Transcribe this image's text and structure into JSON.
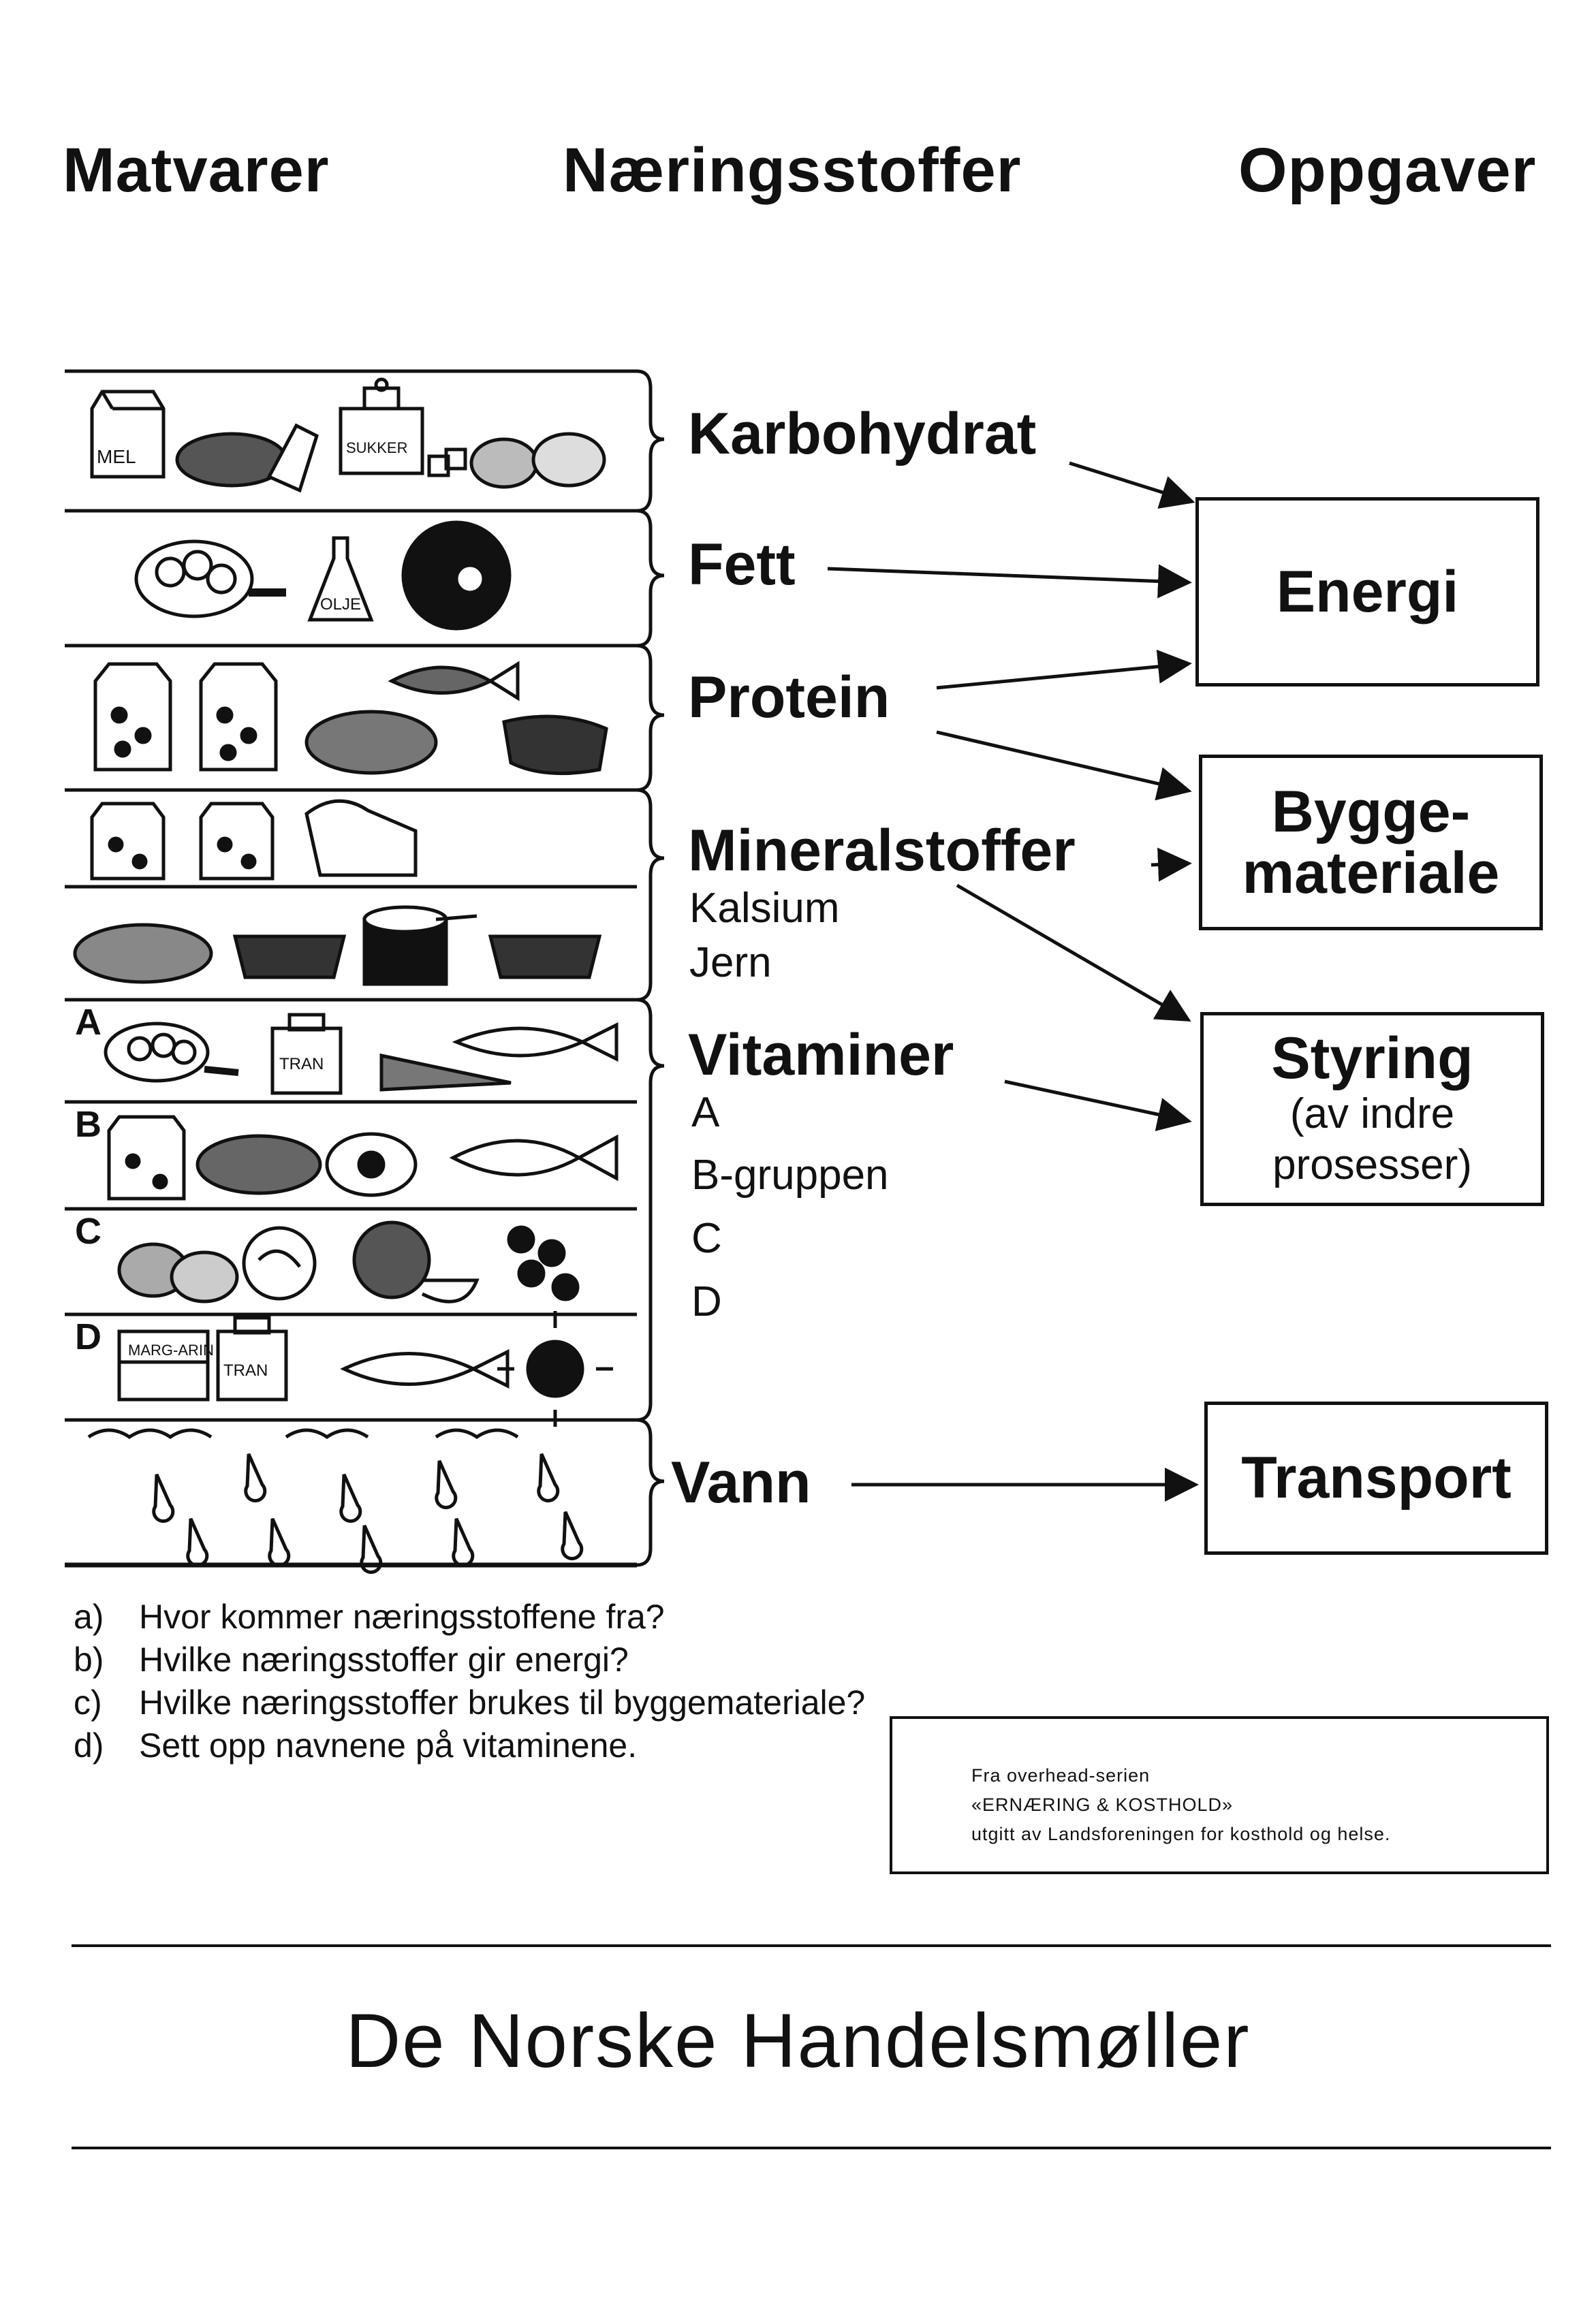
{
  "headers": {
    "foods": "Matvarer",
    "nutrients": "Næringsstoffer",
    "tasks": "Oppgaver"
  },
  "food_labels": {
    "flour": "MEL",
    "sugar": "SUKKER",
    "oil": "OLJE",
    "cod_liver_oil_1": "TRAN",
    "margarine": "MARG-ARIN",
    "cod_liver_oil_2": "TRAN"
  },
  "vitamin_rows": [
    "A",
    "B",
    "C",
    "D"
  ],
  "nutrients": {
    "carbohydrate": "Karbohydrat",
    "fat": "Fett",
    "protein": "Protein",
    "minerals": "Mineralstoffer",
    "minerals_sub": [
      "Kalsium",
      "Jern"
    ],
    "vitamins": "Vitaminer",
    "vitamins_sub": [
      "A",
      "B-gruppen",
      "C",
      "D"
    ],
    "water": "Vann"
  },
  "tasks": {
    "energy": "Energi",
    "building_1": "Bygge-",
    "building_2": "materiale",
    "regulation": "Styring",
    "regulation_sub_1": "(av indre",
    "regulation_sub_2": "prosesser)",
    "transport": "Transport"
  },
  "questions": [
    {
      "letter": "a)",
      "text": "Hvor kommer næringsstoffene fra?"
    },
    {
      "letter": "b)",
      "text": "Hvilke næringsstoffer gir energi?"
    },
    {
      "letter": "c)",
      "text": "Hvilke næringsstoffer brukes til byggemateriale?"
    },
    {
      "letter": "d)",
      "text": "Sett opp navnene på vitaminene."
    }
  ],
  "source": {
    "line1": "Fra overhead-serien",
    "line2": "«ERNÆRING & KOSTHOLD»",
    "line3": "utgitt av Landsforeningen for kosthold og helse."
  },
  "footer": "De Norske Handelsmøller"
}
